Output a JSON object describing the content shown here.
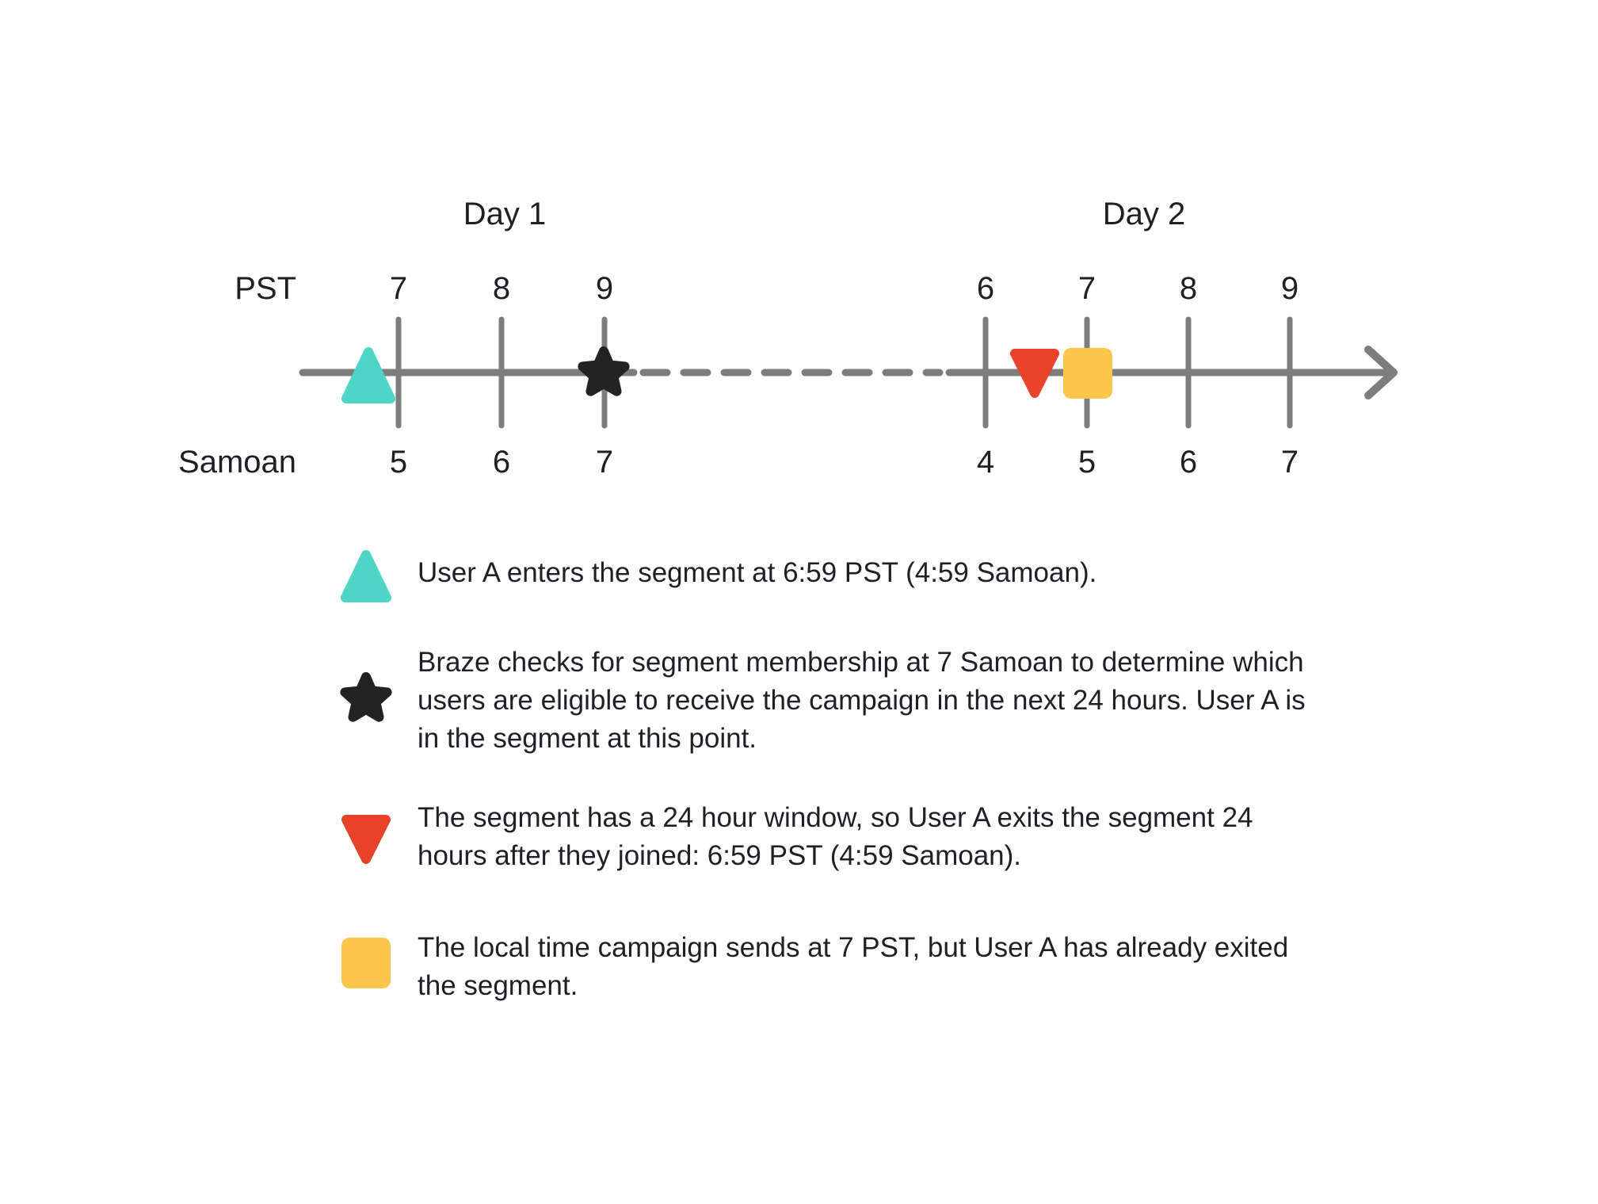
{
  "diagram": {
    "day1_label": "Day 1",
    "day2_label": "Day 2",
    "pst_row_label": "PST",
    "samoan_row_label": "Samoan",
    "pst_tick_labels": [
      "7",
      "8",
      "9",
      "6",
      "7",
      "8",
      "9"
    ],
    "samoan_tick_labels": [
      "5",
      "6",
      "7",
      "4",
      "5",
      "6",
      "7"
    ],
    "colors": {
      "axis_gray": "#7d7d7d",
      "teal": "#4fd5c5",
      "dark": "#232323",
      "red": "#e8432a",
      "yellow": "#fcc64c",
      "text": "#1d2025"
    }
  },
  "legend": {
    "items": [
      {
        "icon": "triangle-up-teal",
        "text": "User A enters the segment at 6:59 PST (4:59 Samoan)."
      },
      {
        "icon": "star-dark",
        "text": "Braze checks for segment membership at 7 Samoan to determine which users are eligible to receive the campaign in the next 24 hours. User A is in the segment at this point."
      },
      {
        "icon": "triangle-down-red",
        "text": "The segment has a 24 hour window, so User A exits the segment 24 hours after they joined: 6:59 PST (4:59 Samoan)."
      },
      {
        "icon": "square-yellow",
        "text": "The local time campaign sends at 7 PST, but User A has already exited the segment."
      }
    ]
  }
}
